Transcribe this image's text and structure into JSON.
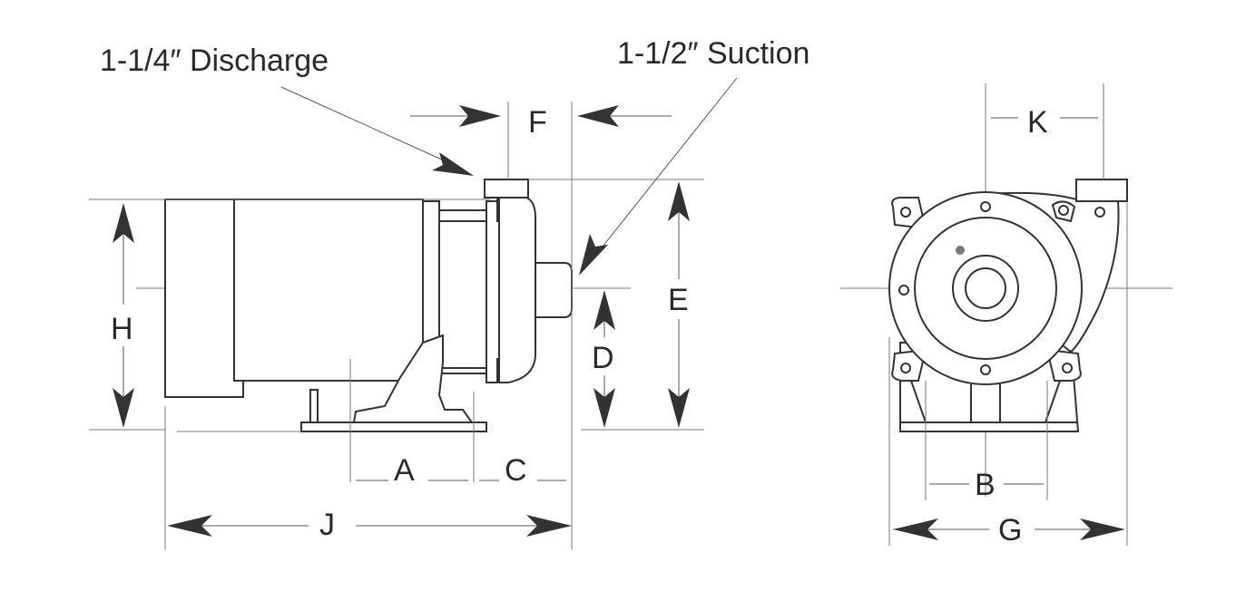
{
  "callouts": {
    "discharge": "1-1/4″ Discharge",
    "suction": "1-1/2″ Suction"
  },
  "dimensions": {
    "A": "A",
    "B": "B",
    "C": "C",
    "D": "D",
    "E": "E",
    "F": "F",
    "G": "G",
    "H": "H",
    "J": "J",
    "K": "K"
  },
  "colors": {
    "line": "#333333",
    "background": "#ffffff"
  }
}
